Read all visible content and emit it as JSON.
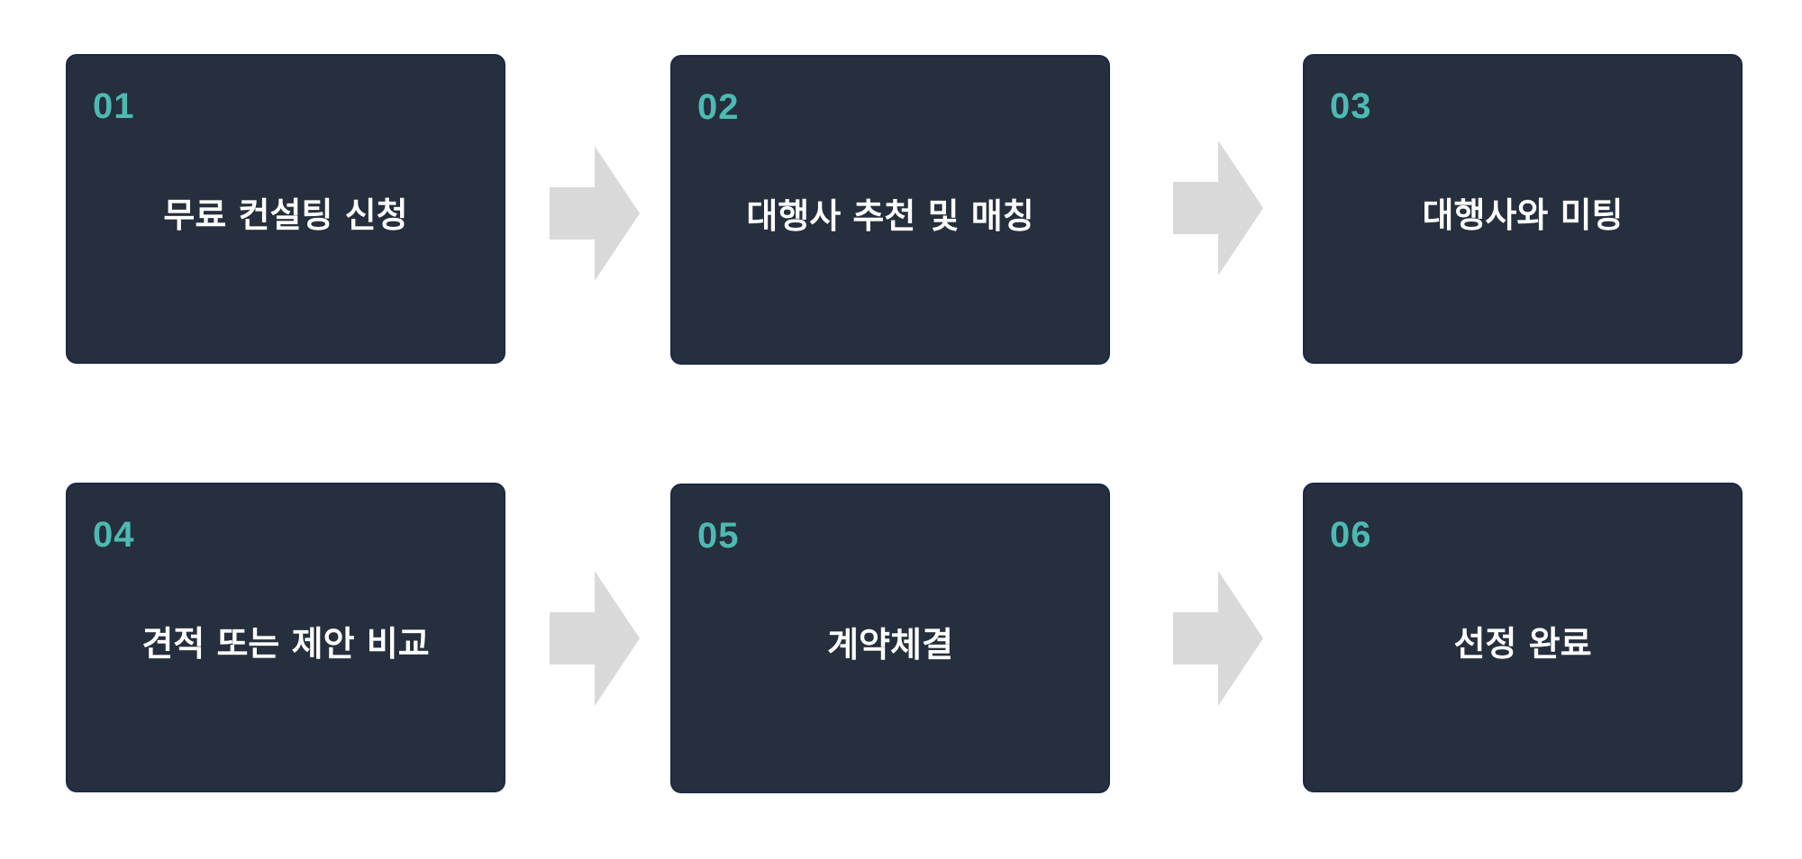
{
  "colors": {
    "card": "#262f3d",
    "number": "#4dbab2",
    "title": "#ffffff",
    "arrow": "#d9d9d9"
  },
  "steps": [
    {
      "number": "01",
      "title": "무료 컨설팅 신청"
    },
    {
      "number": "02",
      "title": "대행사 추천 및 매칭"
    },
    {
      "number": "03",
      "title": "대행사와 미팅"
    },
    {
      "number": "04",
      "title": "견적 또는 제안 비교"
    },
    {
      "number": "05",
      "title": "계약체결"
    },
    {
      "number": "06",
      "title": "선정 완료"
    }
  ]
}
